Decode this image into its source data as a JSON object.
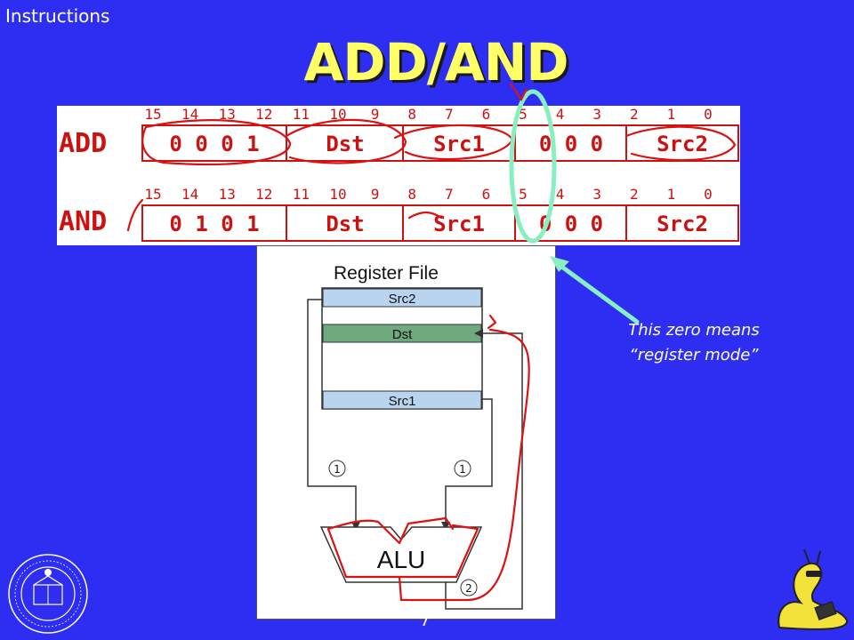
{
  "header": {
    "section": "Instructions",
    "title": "ADD/AND"
  },
  "encoding": {
    "bit_numbers": [
      "15",
      "14",
      "13",
      "12",
      "11",
      "10",
      "9",
      "8",
      "7",
      "6",
      "5",
      "4",
      "3",
      "2",
      "1",
      "0"
    ],
    "rows": [
      {
        "mnemonic": "ADD",
        "fields": [
          {
            "label": "0 0 0 1"
          },
          {
            "label": "Dst"
          },
          {
            "label": "Src1"
          },
          {
            "label": "0 0 0"
          },
          {
            "label": "Src2"
          }
        ]
      },
      {
        "mnemonic": "AND",
        "fields": [
          {
            "label": "0 1 0 1"
          },
          {
            "label": "Dst"
          },
          {
            "label": "Src1"
          },
          {
            "label": "0 0 0"
          },
          {
            "label": "Src2"
          }
        ]
      }
    ]
  },
  "register_file": {
    "title": "Register File",
    "rows": [
      "Src2",
      "Dst",
      "Src1"
    ],
    "alu_label": "ALU",
    "steps": [
      "1",
      "1",
      "2"
    ]
  },
  "annotation": {
    "line1": "This zero means",
    "line2": "“register mode”"
  },
  "footer": {
    "page_number": "7"
  },
  "colors": {
    "background": "#2e2ef2",
    "title": "#ffff66",
    "field_text": "#cc1111",
    "src_row": "#b8d4ee",
    "dst_row": "#6eaa7e",
    "highlight": "#88f0c0",
    "ink": "#dd1111"
  }
}
